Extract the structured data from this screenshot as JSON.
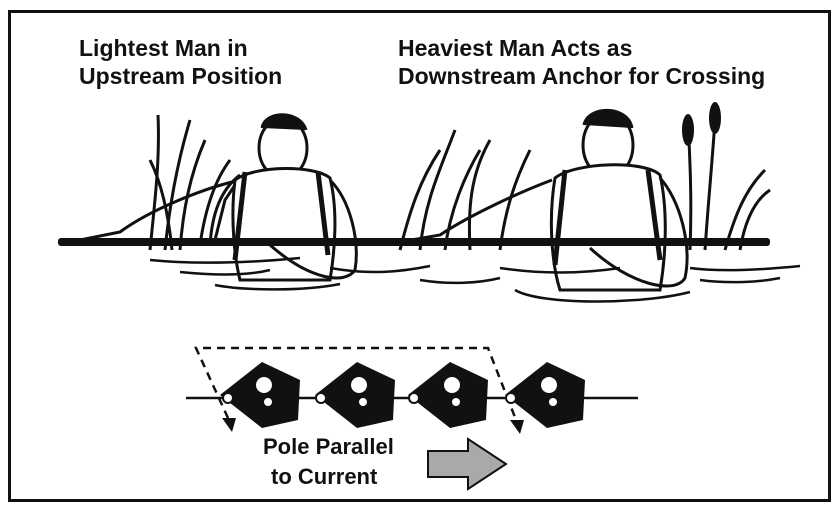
{
  "labels": {
    "left_line1": "Lightest Man in",
    "left_line2": "Upstream Position",
    "right_line1": "Heaviest Man Acts as",
    "right_line2": "Downstream Anchor for Crossing",
    "pole_line1": "Pole Parallel",
    "pole_line2": "to Current"
  },
  "colors": {
    "ink": "#111111",
    "arrow_fill": "#a9a9a9"
  }
}
